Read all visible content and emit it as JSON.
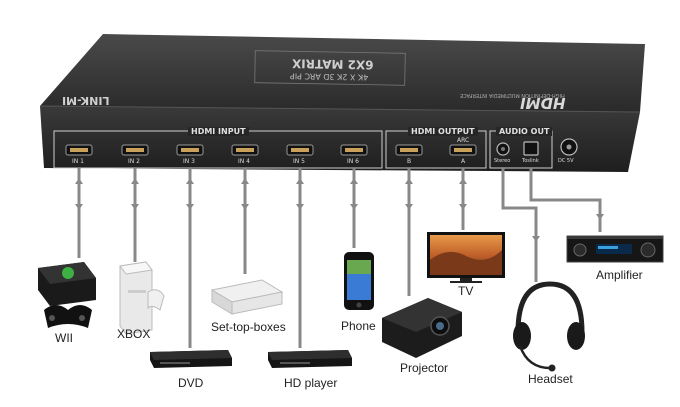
{
  "device": {
    "top_title": "6X2 MATRIX",
    "top_subtitle": "4K X 2K 3D ARC PIP",
    "brand": "LINK-MI",
    "hdmi_logo": "HDMI",
    "hdmi_tagline": "HIGH-DEFINITION MULTIMEDIA INTERFACE",
    "input_group_label": "HDMI INPUT",
    "output_group_label": "HDMI OUTPUT",
    "audio_group_label": "AUDIO OUT",
    "ports": {
      "in1": "IN 1",
      "in2": "IN 2",
      "in3": "IN 3",
      "in4": "IN 4",
      "in5": "IN 5",
      "in6": "IN 6",
      "out_b": "B",
      "out_a": "A",
      "arc": "ARC",
      "stereo": "Stereo",
      "toslink": "Toslink",
      "dc": "DC 5V"
    }
  },
  "devices": {
    "wii": "WII",
    "xbox": "XBOX",
    "dvd": "DVD",
    "settop": "Set-top-boxes",
    "hdplayer": "HD player",
    "phone": "Phone",
    "projector": "Projector",
    "tv": "TV",
    "headset": "Headset",
    "amplifier": "Amplifier"
  },
  "colors": {
    "cable": "#888888",
    "chassis": "#2b2b2b",
    "label_text": "#222222"
  }
}
